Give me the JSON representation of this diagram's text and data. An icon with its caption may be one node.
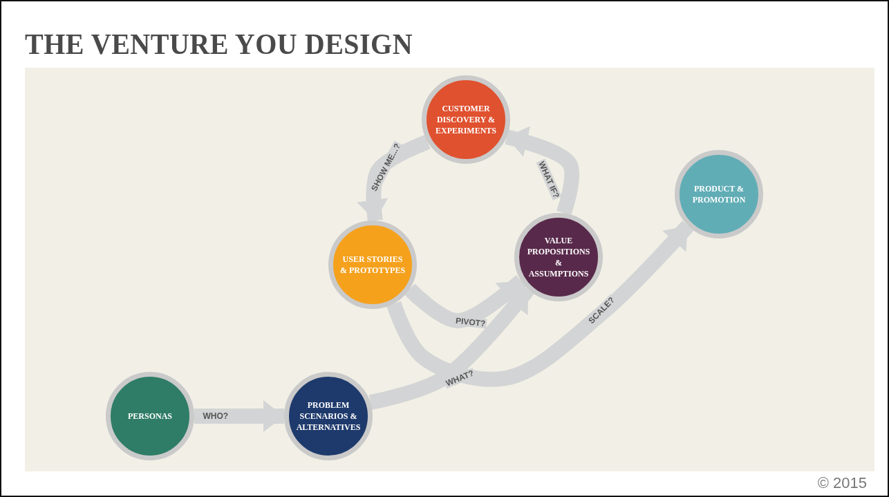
{
  "diagram": {
    "title": "THE VENTURE YOU DESIGN",
    "nodes": [
      {
        "text": [
          "PERSONAS"
        ]
      },
      {
        "text": [
          "PROBLEM SCENARIOS & ALTERNATIVES"
        ]
      },
      {
        "text": [
          "USER STORIES & PROTOTYPES"
        ]
      },
      {
        "text": [
          "CUSTOMER DISCOVERY & EXPERIMENTS"
        ]
      },
      {
        "text": [
          "VALUE PROPOSITIONS & ASSUMPTIONS"
        ]
      },
      {
        "text": [
          "PRODUCT & PROMOTION"
        ]
      }
    ],
    "edges": [
      {
        "from": 0,
        "to": 1,
        "arrow": "to",
        "label": "WHO?"
      },
      {
        "from": 1,
        "to": 4,
        "arrow": "to",
        "label": "WHAT?"
      },
      {
        "from": 4,
        "to": 3,
        "arrow": "to",
        "label": "WHAT IF?"
      },
      {
        "from": 3,
        "to": 2,
        "arrow": "to",
        "label": "SHOW ME...?"
      },
      {
        "from": 2,
        "to": 4,
        "arrow": "to",
        "label": "PIVOT?"
      },
      {
        "from": 2,
        "to": 5,
        "arrow": "to",
        "label": "SCALE?"
      }
    ],
    "labels": [
      "© 2015"
    ]
  }
}
